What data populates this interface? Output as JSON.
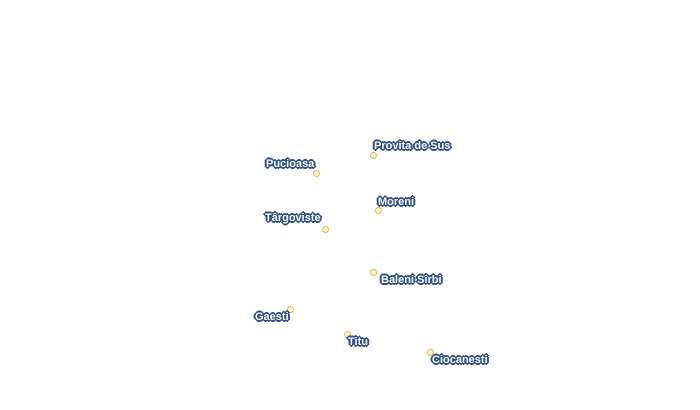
{
  "map": {
    "marker_color": "#f0b23a",
    "label_text_color": "#ffffff",
    "label_halo_color": "#2f4f86",
    "cities": [
      {
        "id": "provita",
        "name": "Provita de Sus"
      },
      {
        "id": "pucioasa",
        "name": "Pucioasa"
      },
      {
        "id": "moreni",
        "name": "Moreni"
      },
      {
        "id": "targoviste",
        "name": "Târgoviste"
      },
      {
        "id": "baleni",
        "name": "Baleni Sîrbi"
      },
      {
        "id": "gaesti",
        "name": "Gaesti"
      },
      {
        "id": "titu",
        "name": "Titu"
      },
      {
        "id": "ciocanesti",
        "name": "Ciocanesti"
      }
    ]
  }
}
